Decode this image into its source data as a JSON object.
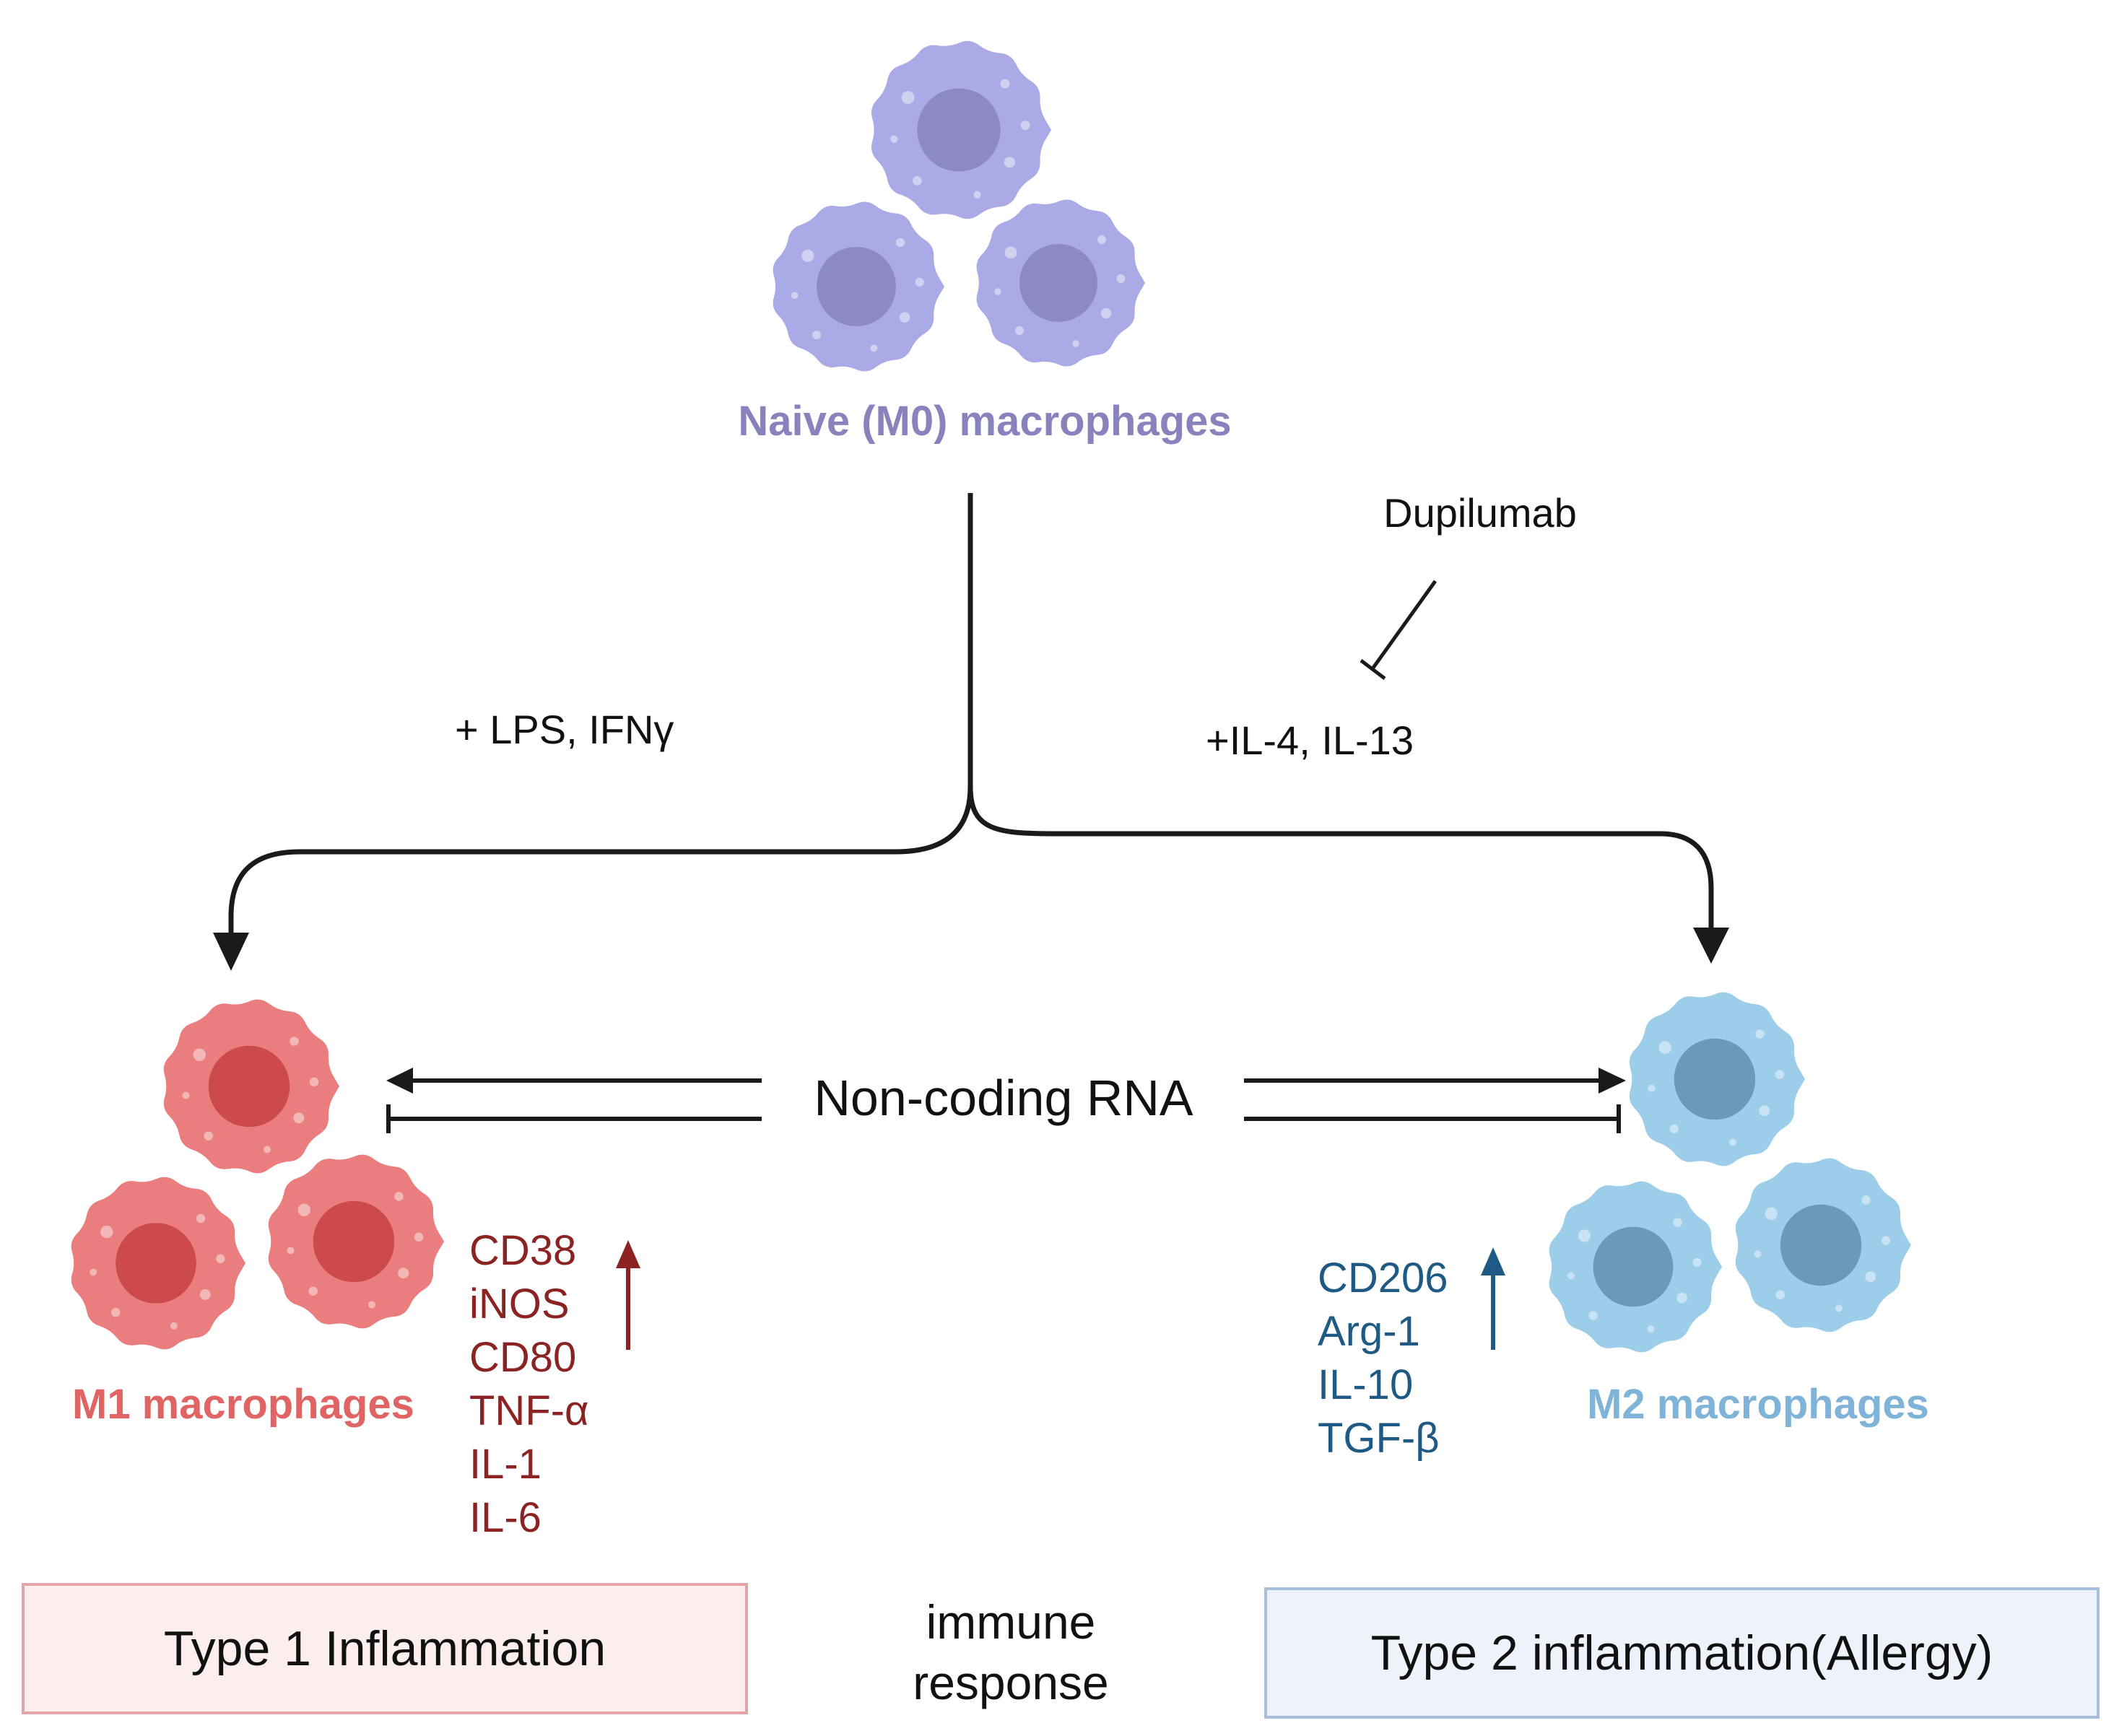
{
  "colors": {
    "m0": "#aaaae6",
    "m0_nucleus": "#8c89c4",
    "m0_text": "#8883bd",
    "m1": "#ea7d7d",
    "m1_nucleus": "#cc4a4c",
    "m1_text": "#e06464",
    "m1_markers": "#8b2323",
    "m2": "#9ccde9",
    "m2_nucleus": "#6b9ab8",
    "m2_text": "#7fb3d8",
    "m2_markers": "#1f5a85",
    "arrow": "#1a1a1a"
  },
  "naive": {
    "label": "Naive (M0) macrophages"
  },
  "stimuli": {
    "m1": "+ LPS, IFNγ",
    "m2": "+IL-4, IL-13",
    "inhibitor": "Dupilumab"
  },
  "ncrna": {
    "label": "Non-coding RNA"
  },
  "m1": {
    "label": "M1 macrophages",
    "markers": [
      "CD38",
      "iNOS",
      "CD80",
      "TNF-α",
      "IL-1",
      "IL-6"
    ]
  },
  "m2": {
    "label": "M2 macrophages",
    "markers": [
      "CD206",
      "Arg-1",
      "IL-10",
      "TGF-β"
    ]
  },
  "bottom": {
    "type1": "Type 1 Inflammation",
    "type2": "Type 2 inflammation(Allergy)",
    "center_line1": "immune",
    "center_line2": "response"
  }
}
